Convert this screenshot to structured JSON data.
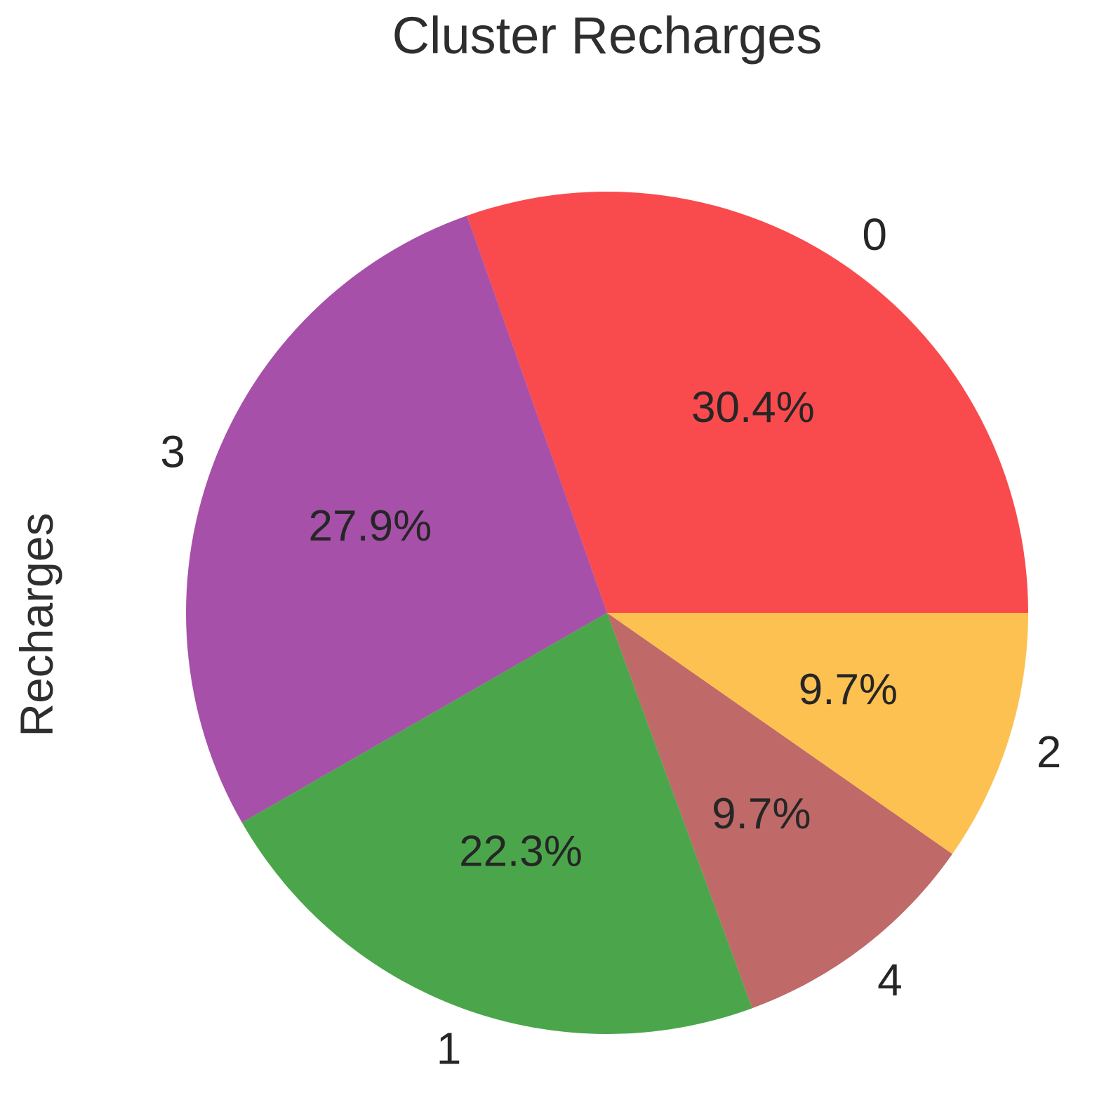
{
  "page": {
    "background_color": "#ffffff",
    "text_color": "#2e2e2e"
  },
  "chart_data": {
    "type": "pie",
    "title": "Cluster Recharges",
    "ylabel": "Recharges",
    "start_angle_deg": 0,
    "direction": "counterclockwise",
    "legend": "none",
    "slices": [
      {
        "label": "0",
        "value": 30.4,
        "pct_label": "30.4%",
        "color": "#f94b4d"
      },
      {
        "label": "3",
        "value": 27.9,
        "pct_label": "27.9%",
        "color": "#a750a9"
      },
      {
        "label": "1",
        "value": 22.3,
        "pct_label": "22.3%",
        "color": "#4ba64b"
      },
      {
        "label": "4",
        "value": 9.7,
        "pct_label": "9.7%",
        "color": "#bf6969"
      },
      {
        "label": "2",
        "value": 9.7,
        "pct_label": "9.7%",
        "color": "#fdc151"
      }
    ]
  }
}
